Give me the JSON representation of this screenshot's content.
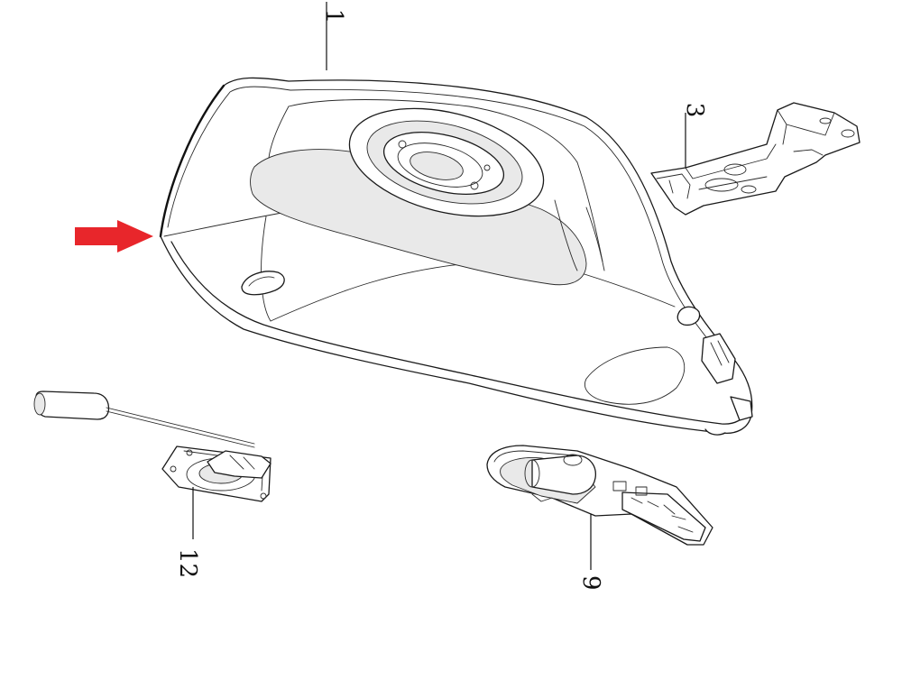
{
  "callouts": {
    "tank": "1",
    "bracket": "3",
    "fuel_gauge": "12",
    "fuel_pump": "9"
  },
  "colors": {
    "line": "#1a1a1a",
    "arrow": "#e8262b",
    "background": "#ffffff"
  },
  "icons": {
    "pointer": "arrow-right-icon"
  }
}
